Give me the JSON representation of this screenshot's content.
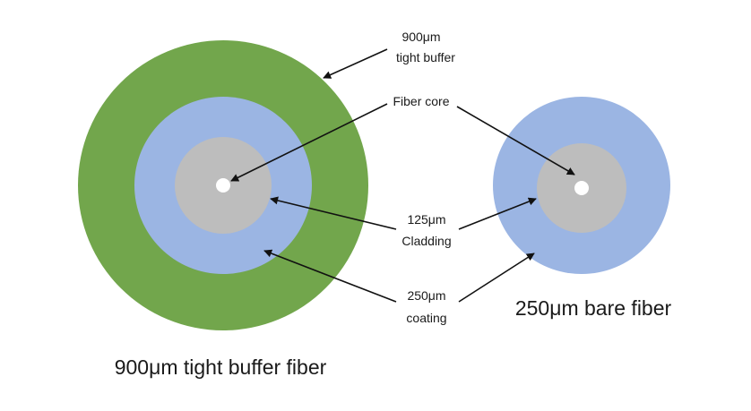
{
  "colors": {
    "tight_buffer": "#72a64c",
    "coating": "#9bb5e3",
    "cladding": "#bdbdbd",
    "core": "#ffffff",
    "arrow": "#111111",
    "text": "#1a1a1a"
  },
  "labels": {
    "buffer_size": "900μm",
    "buffer_name": "tight buffer",
    "core_name": "Fiber core",
    "cladding_size": "125μm",
    "cladding_name": "Cladding",
    "coating_size": "250μm",
    "coating_name": "coating"
  },
  "captions": {
    "left": "900μm tight buffer fiber",
    "right": "250μm bare fiber"
  }
}
